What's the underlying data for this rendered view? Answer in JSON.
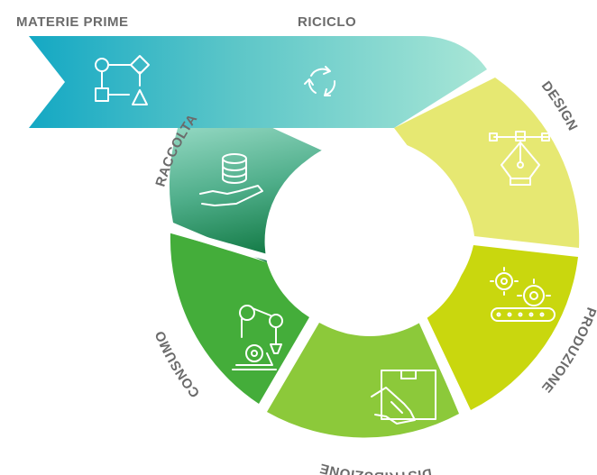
{
  "labels": {
    "materie_prime": "MATERIE PRIME",
    "riciclo": "RICICLO",
    "design": "DESIGN",
    "produzione": "PRODUZIONE",
    "distribuzione": "DISTRIBUZIONE",
    "consumo": "CONSUMO",
    "raccolta": "RACCOLTA"
  },
  "colors": {
    "arrow_start": "#14a8c4",
    "arrow_end": "#a6e4d3",
    "design": "#e6e872",
    "produzione": "#c9d70e",
    "distribuzione": "#8cc93a",
    "consumo": "#44ad3a",
    "raccolta_dark": "#1a8a4a",
    "label": "#6b6b6b"
  },
  "icons": {
    "materie_prime": "shapes-icon",
    "riciclo": "recycle-icon",
    "design": "pen-nib-icon",
    "produzione": "gears-conveyor-icon",
    "distribuzione": "hand-box-icon",
    "consumo": "robot-arm-icon",
    "raccolta": "hand-database-icon"
  }
}
